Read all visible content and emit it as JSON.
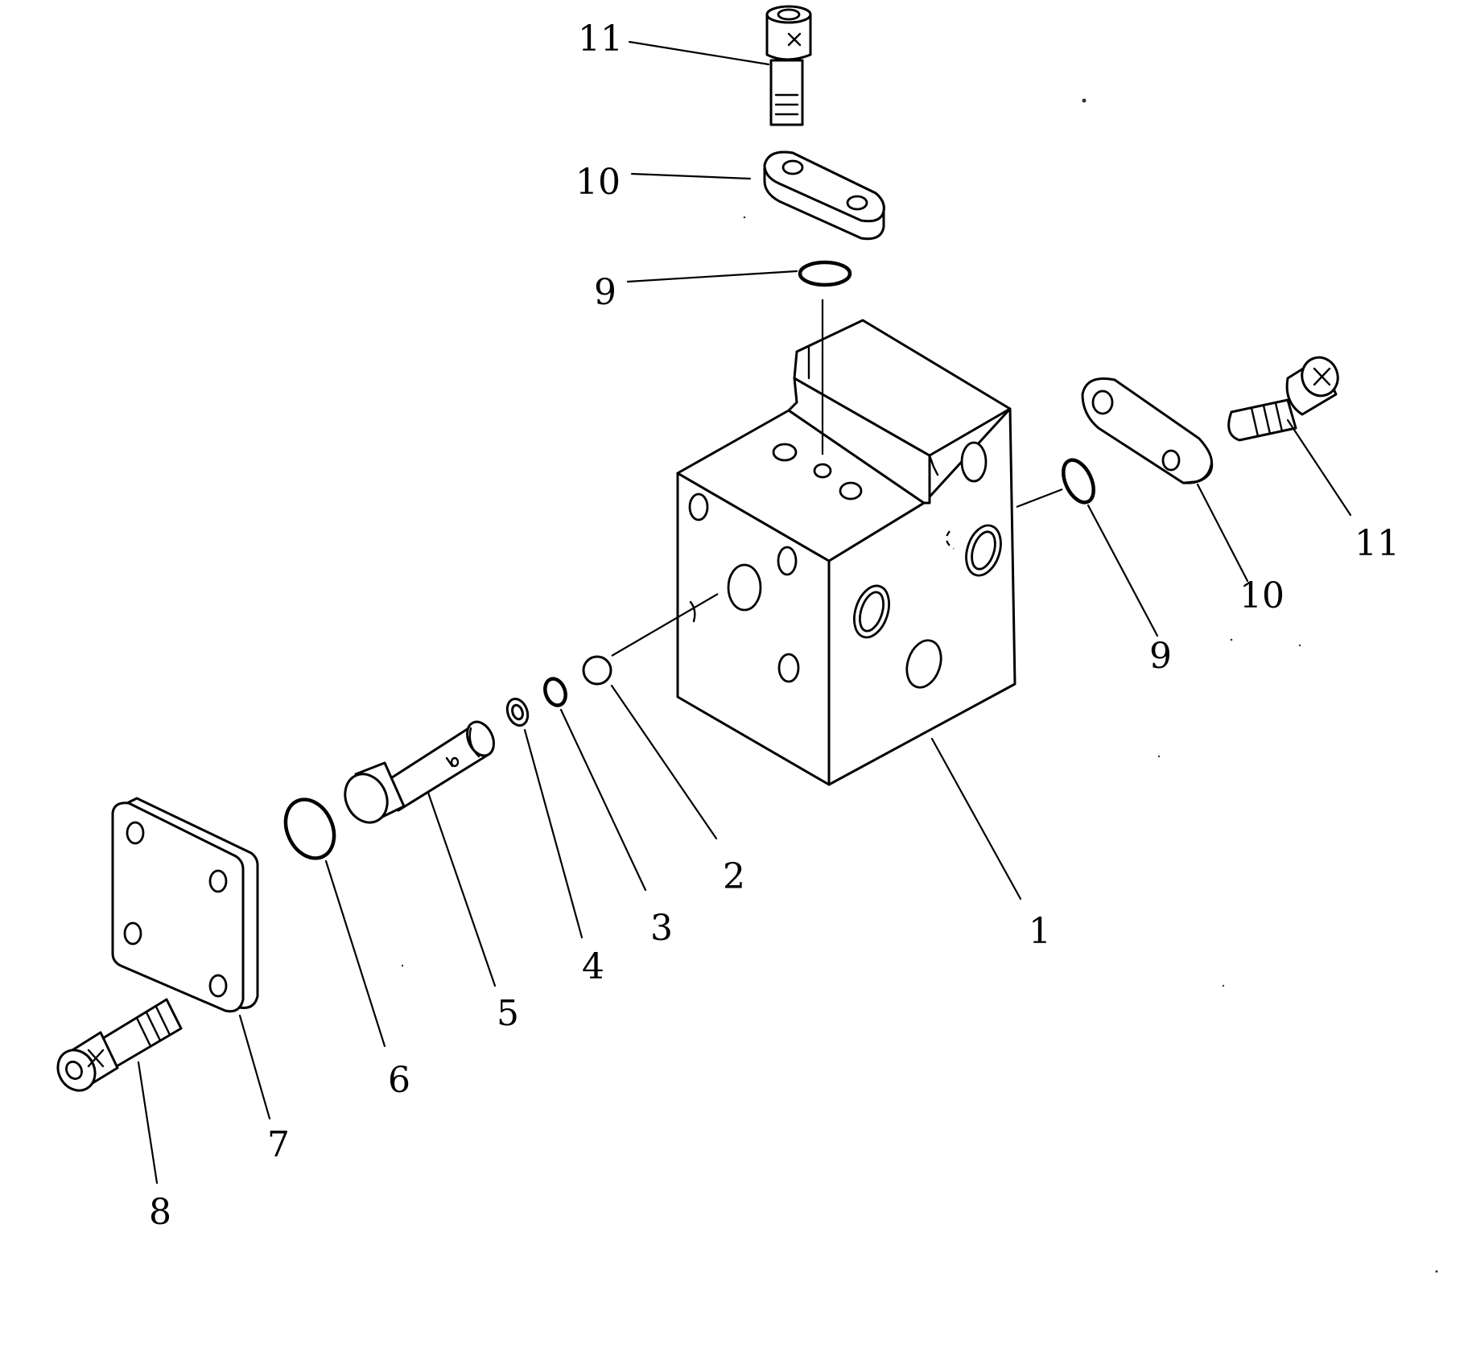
{
  "callouts": {
    "c1": "1",
    "c2": "2",
    "c3": "3",
    "c4": "4",
    "c5": "5",
    "c6": "6",
    "c7": "7",
    "c8": "8",
    "c9_top": "9",
    "c9_right": "9",
    "c10_top": "10",
    "c10_right": "10",
    "c11_top": "11",
    "c11_right": "11"
  }
}
